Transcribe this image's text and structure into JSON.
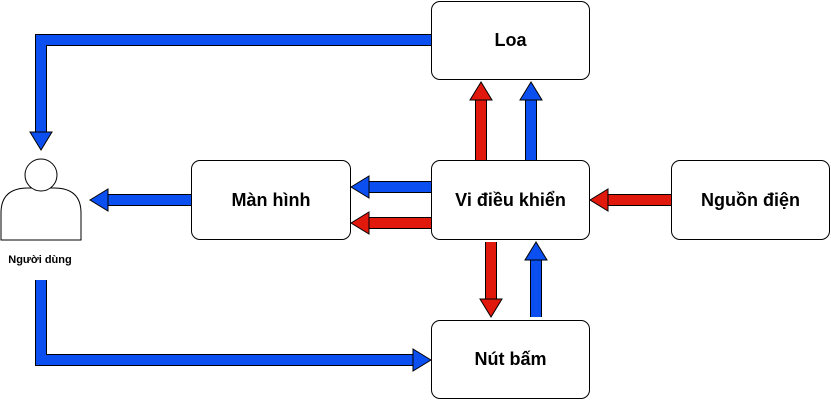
{
  "colors": {
    "blue": "#0c4ff0",
    "red": "#e1180c",
    "stroke": "#000000",
    "background": "#ffffff"
  },
  "nodes": {
    "speaker": "Loa",
    "microcontroller": "Vi điều khiển",
    "display": "Màn hình",
    "power": "Nguồn điện",
    "button": "Nút bấm",
    "user": "Người dùng"
  },
  "icons": {
    "user": "person-icon"
  },
  "edges": [
    {
      "from": "microcontroller",
      "to": "speaker",
      "color": "red"
    },
    {
      "from": "microcontroller",
      "to": "speaker",
      "color": "blue"
    },
    {
      "from": "speaker",
      "to": "user",
      "color": "blue"
    },
    {
      "from": "microcontroller",
      "to": "display",
      "color": "blue"
    },
    {
      "from": "microcontroller",
      "to": "display",
      "color": "red"
    },
    {
      "from": "display",
      "to": "user",
      "color": "blue"
    },
    {
      "from": "power",
      "to": "microcontroller",
      "color": "red"
    },
    {
      "from": "microcontroller",
      "to": "button",
      "color": "red"
    },
    {
      "from": "button",
      "to": "microcontroller",
      "color": "blue"
    },
    {
      "from": "user",
      "to": "button",
      "color": "blue"
    }
  ]
}
